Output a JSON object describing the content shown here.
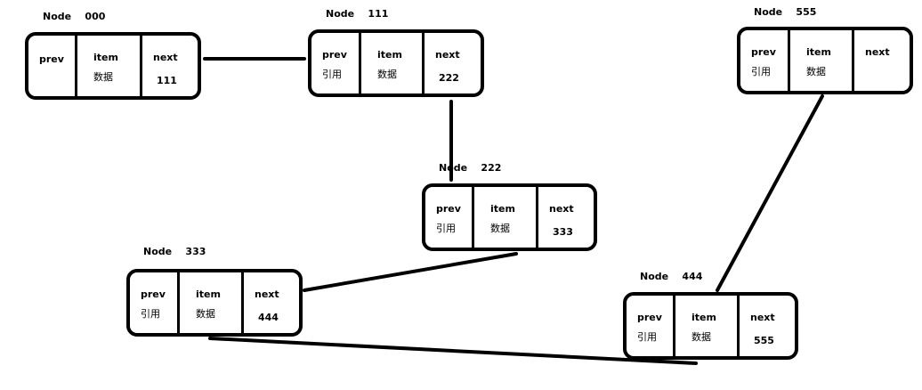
{
  "labels": {
    "prev": "prev",
    "item": "item",
    "next": "next",
    "ref": "引用",
    "data": "数据"
  },
  "nodes": [
    {
      "id": "n000",
      "title": "Node    000",
      "prev_sub": "",
      "item_sub": "数据",
      "next_val": "111"
    },
    {
      "id": "n111",
      "title": "Node    111",
      "prev_sub": "引用",
      "item_sub": "数据",
      "next_val": "222"
    },
    {
      "id": "n222",
      "title": "Node    222",
      "prev_sub": "引用",
      "item_sub": "数据",
      "next_val": "333"
    },
    {
      "id": "n333",
      "title": "Node    333",
      "prev_sub": "引用",
      "item_sub": "数据",
      "next_val": "444"
    },
    {
      "id": "n444",
      "title": "Node    444",
      "prev_sub": "引用",
      "item_sub": "数据",
      "next_val": "555"
    },
    {
      "id": "n555",
      "title": "Node    555",
      "prev_sub": "引用",
      "item_sub": "数据",
      "next_val": ""
    }
  ],
  "links": [
    {
      "from": "n000",
      "to": "n111"
    },
    {
      "from": "n111",
      "to": "n222"
    },
    {
      "from": "n222",
      "to": "n333"
    },
    {
      "from": "n333",
      "to": "n444"
    },
    {
      "from": "n444",
      "to": "n555"
    }
  ]
}
